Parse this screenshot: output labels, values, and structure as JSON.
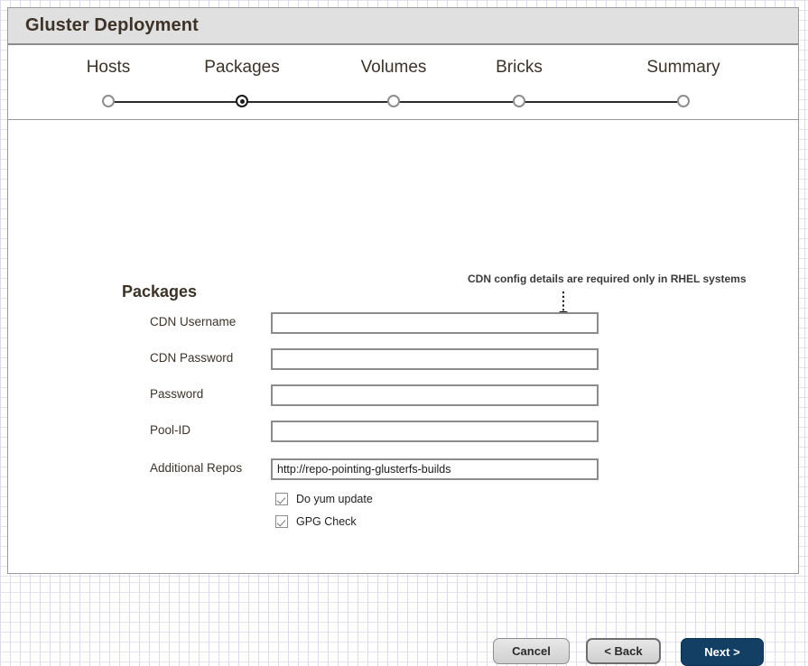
{
  "window": {
    "title": "Gluster Deployment"
  },
  "wizard": {
    "steps": [
      {
        "label": "Hosts",
        "active": false
      },
      {
        "label": "Packages",
        "active": true
      },
      {
        "label": "Volumes",
        "active": false
      },
      {
        "label": "Bricks",
        "active": false
      },
      {
        "label": "Summary",
        "active": false
      }
    ]
  },
  "main": {
    "section_title": "Packages",
    "annotation": {
      "text": "CDN config details are required only in RHEL systems",
      "arrow_icon": "down-arrow-dotted-icon"
    },
    "fields": [
      {
        "label": "CDN Username",
        "value": "",
        "placeholder": ""
      },
      {
        "label": "CDN Password",
        "value": "",
        "placeholder": ""
      },
      {
        "label": "Password",
        "value": "",
        "placeholder": ""
      },
      {
        "label": "Pool-ID",
        "value": "",
        "placeholder": ""
      },
      {
        "label": "Additional Repos",
        "value": "http://repo-pointing-glusterfs-builds",
        "placeholder": ""
      }
    ],
    "checkboxes": [
      {
        "label": "Do yum update",
        "checked": true
      },
      {
        "label": "GPG Check",
        "checked": true
      }
    ]
  },
  "footer": {
    "cancel_label": "Cancel",
    "back_label": "< Back",
    "next_label": "Next >"
  },
  "colors": {
    "titlebar_bg": "#e0e0e0",
    "primary_button_bg": "#123f63",
    "text": "#3d3228",
    "border": "#8c8c8c"
  }
}
